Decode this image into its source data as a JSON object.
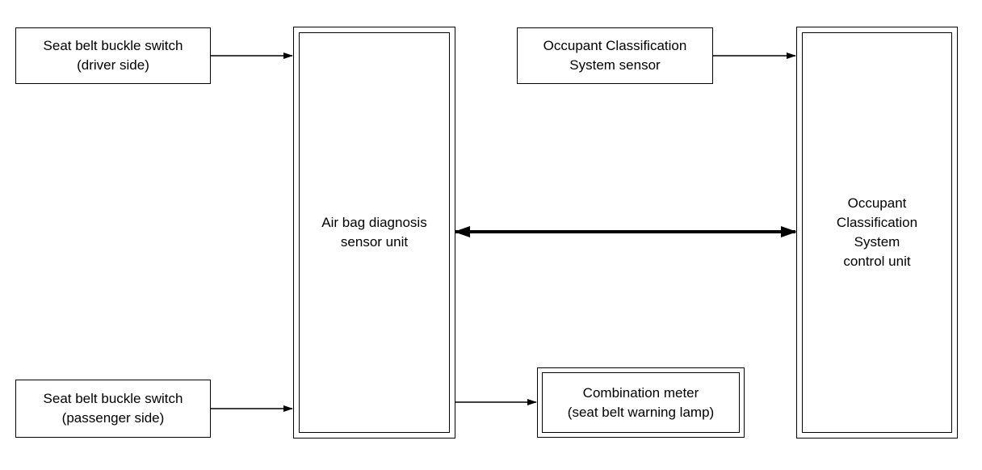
{
  "blocks": {
    "buckle_driver": "Seat belt buckle switch\n(driver side)",
    "buckle_passenger": "Seat belt buckle switch\n(passenger side)",
    "airbag_unit": "Air bag diagnosis\nsensor unit",
    "ocs_sensor": "Occupant Classification\nSystem sensor",
    "ocs_control": "Occupant\nClassification\nSystem\ncontrol unit",
    "combination_meter": "Combination meter\n(seat belt warning lamp)"
  },
  "colors": {
    "line": "#000000",
    "background": "#ffffff"
  }
}
